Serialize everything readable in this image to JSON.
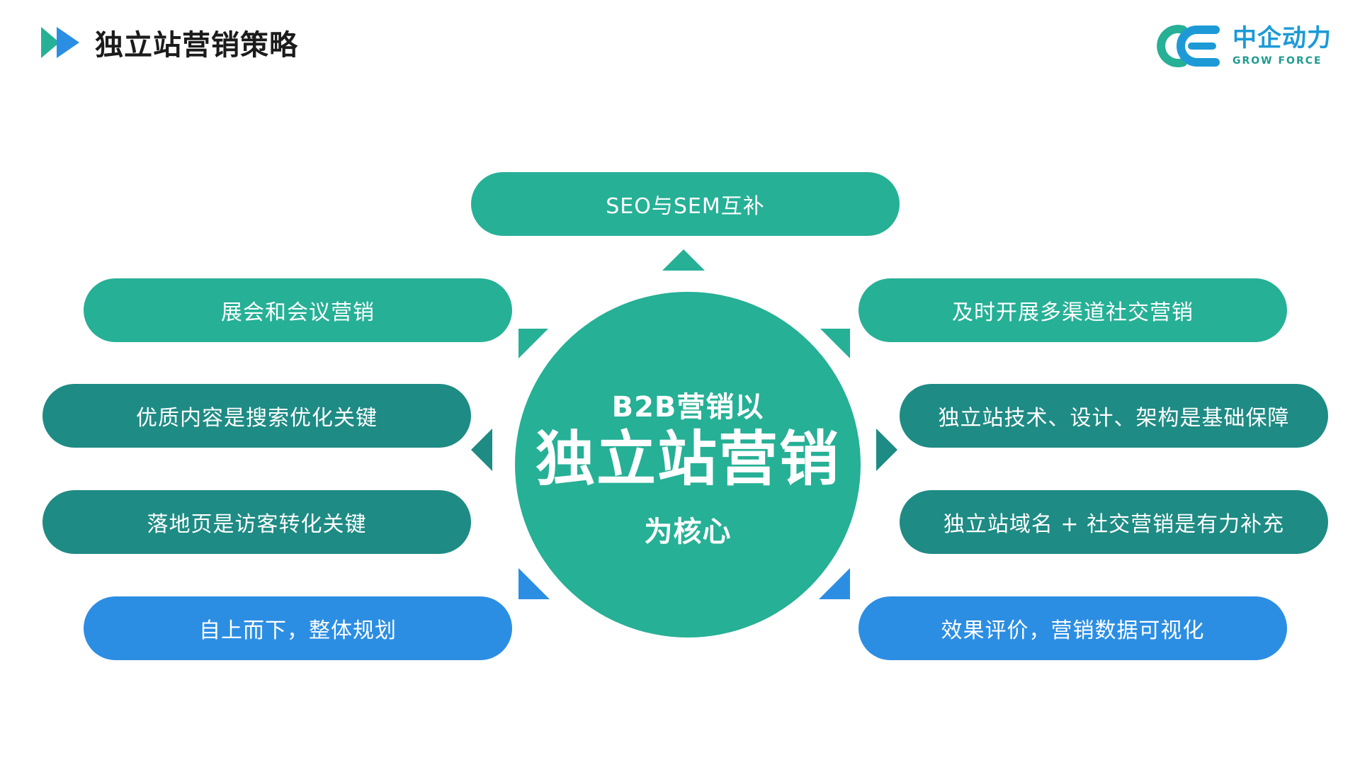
{
  "header": {
    "title": "独立站营销策略"
  },
  "logo": {
    "name_cn": "中企动力",
    "name_en": "GROW FORCE"
  },
  "center": {
    "line1": "B2B营销以",
    "line2": "独立站营销",
    "line3": "为核心"
  },
  "nodes": {
    "top": "SEO与SEM互补",
    "left": [
      "展会和会议营销",
      "优质内容是搜索优化关键",
      "落地页是访客转化关键",
      "自上而下，整体规划"
    ],
    "right": [
      "及时开展多渠道社交营销",
      "独立站技术、设计、架构是基础保障",
      "独立站域名 + 社交营销是有力补充",
      "效果评价，营销数据可视化"
    ]
  },
  "colors": {
    "green": "#26b096",
    "teal": "#1e8b84",
    "blue": "#2c8ee3"
  }
}
